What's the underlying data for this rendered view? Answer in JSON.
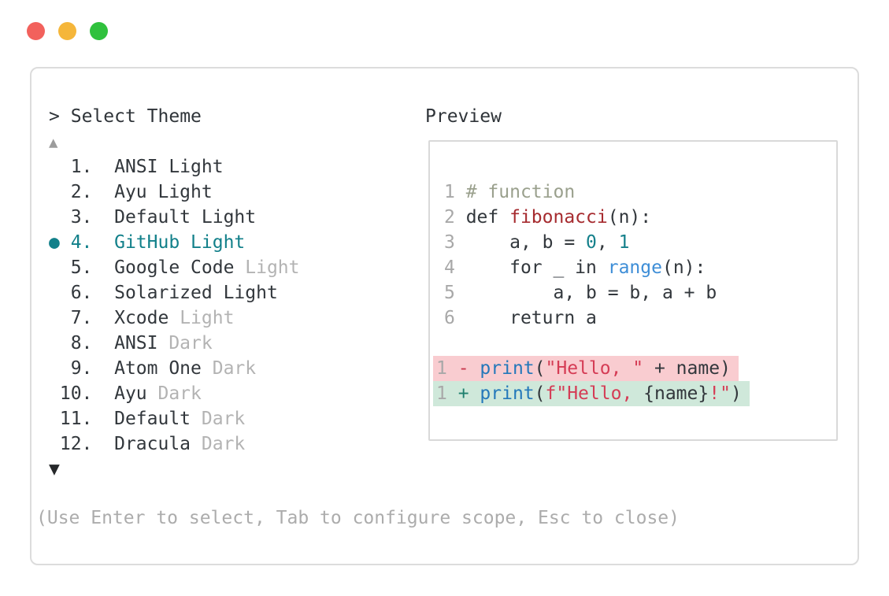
{
  "window": {
    "traffic_lights": [
      {
        "name": "close",
        "color": "#f2615c"
      },
      {
        "name": "minimize",
        "color": "#f5b63a"
      },
      {
        "name": "zoom",
        "color": "#30c13d"
      }
    ]
  },
  "prompt": {
    "caret": ">",
    "title": "Select Theme"
  },
  "theme_list": {
    "scroll_up_glyph": "▲",
    "scroll_down_glyph": "▼",
    "selected_bullet": "●",
    "items": [
      {
        "number": "1",
        "name": "ANSI Light",
        "muted": "",
        "selected": false
      },
      {
        "number": "2",
        "name": "Ayu Light",
        "muted": "",
        "selected": false
      },
      {
        "number": "3",
        "name": "Default Light",
        "muted": "",
        "selected": false
      },
      {
        "number": "4",
        "name": "GitHub Light",
        "muted": "",
        "selected": true
      },
      {
        "number": "5",
        "name": "Google Code",
        "muted": "Light",
        "selected": false
      },
      {
        "number": "6",
        "name": "Solarized Light",
        "muted": "",
        "selected": false
      },
      {
        "number": "7",
        "name": "Xcode",
        "muted": "Light",
        "selected": false
      },
      {
        "number": "8",
        "name": "ANSI",
        "muted": "Dark",
        "selected": false
      },
      {
        "number": "9",
        "name": "Atom One",
        "muted": "Dark",
        "selected": false
      },
      {
        "number": "10",
        "name": "Ayu",
        "muted": "Dark",
        "selected": false
      },
      {
        "number": "11",
        "name": "Default",
        "muted": "Dark",
        "selected": false
      },
      {
        "number": "12",
        "name": "Dracula",
        "muted": "Dark",
        "selected": false
      }
    ]
  },
  "preview": {
    "title": "Preview",
    "code_lines": [
      {
        "num": "1",
        "tokens": [
          {
            "t": "# function",
            "s": "comment"
          }
        ]
      },
      {
        "num": "2",
        "tokens": [
          {
            "t": "def ",
            "s": "plain"
          },
          {
            "t": "fibonacci",
            "s": "func"
          },
          {
            "t": "(n):",
            "s": "plain"
          }
        ]
      },
      {
        "num": "3",
        "tokens": [
          {
            "t": "    a, b = ",
            "s": "plain"
          },
          {
            "t": "0",
            "s": "number"
          },
          {
            "t": ", ",
            "s": "plain"
          },
          {
            "t": "1",
            "s": "number"
          }
        ]
      },
      {
        "num": "4",
        "tokens": [
          {
            "t": "    for _ in ",
            "s": "plain"
          },
          {
            "t": "range",
            "s": "builtin"
          },
          {
            "t": "(n):",
            "s": "plain"
          }
        ]
      },
      {
        "num": "5",
        "tokens": [
          {
            "t": "        a, b = b, a + b",
            "s": "plain"
          }
        ]
      },
      {
        "num": "6",
        "tokens": [
          {
            "t": "    return a",
            "s": "plain"
          }
        ]
      }
    ],
    "diff_lines": [
      {
        "num": "1",
        "marker": "-",
        "kind": "removed",
        "tokens": [
          {
            "t": "print",
            "s": "call"
          },
          {
            "t": "(",
            "s": "plain"
          },
          {
            "t": "\"Hello, \"",
            "s": "string"
          },
          {
            "t": " + name)",
            "s": "plain"
          }
        ]
      },
      {
        "num": "1",
        "marker": "+",
        "kind": "added",
        "tokens": [
          {
            "t": "print",
            "s": "call"
          },
          {
            "t": "(",
            "s": "plain"
          },
          {
            "t": "f\"Hello, ",
            "s": "string"
          },
          {
            "t": "{name}",
            "s": "plain"
          },
          {
            "t": "!\"",
            "s": "string"
          },
          {
            "t": ")",
            "s": "plain"
          }
        ]
      }
    ]
  },
  "footer": {
    "hint": "(Use Enter to select, Tab to configure scope, Esc to close)"
  },
  "colors": {
    "text": "#32373c",
    "muted": "#b3b3b3",
    "accent_teal": "#12808a",
    "line_number": "#a8a8a8",
    "comment": "#9aa08d",
    "function_name": "#a62b2f",
    "number_literal": "#15808b",
    "builtin_blue": "#3e8ed7",
    "call_blue": "#2478ba",
    "string_red": "#d53c55",
    "diff_removed_bg": "#f9ccd0",
    "diff_added_bg": "#cfe8da",
    "diff_minus": "#c9384e",
    "diff_plus": "#1e7f6e",
    "border": "#dcdcdc"
  }
}
